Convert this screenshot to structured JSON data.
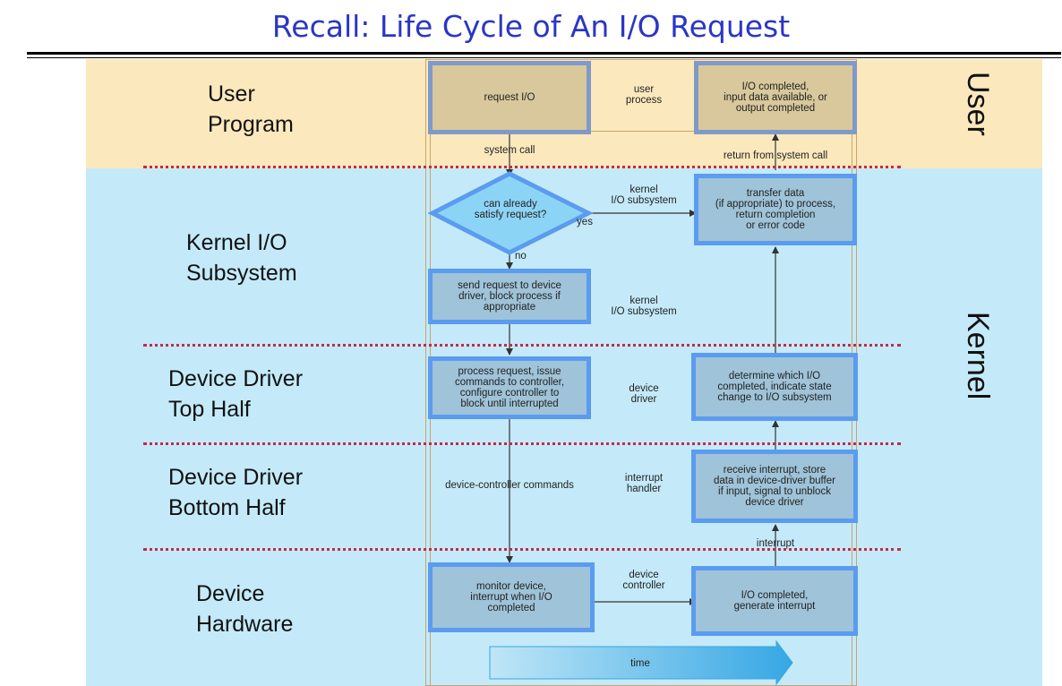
{
  "title": "Recall: Life Cycle of An I/O Request",
  "layers": [
    {
      "line1": "User",
      "line2": "Program"
    },
    {
      "line1": "Kernel I/O",
      "line2": "Subsystem"
    },
    {
      "line1": "Device Driver",
      "line2": "Top Half"
    },
    {
      "line1": "Device Driver",
      "line2": "Bottom Half"
    },
    {
      "line1": "Device",
      "line2": "Hardware"
    }
  ],
  "side_labels": {
    "user": "User",
    "kernel": "Kernel"
  },
  "boxes": {
    "request_io": "request I/O",
    "io_completed_user": "I/O completed,\ninput data available, or\noutput completed",
    "transfer_data": "transfer data\n(if appropriate) to process,\nreturn completion\nor error code",
    "send_request": "send request to device\ndriver, block process if\nappropriate",
    "process_request": "process request, issue\ncommands to controller,\nconfigure controller to\nblock until interrupted",
    "determine_io": "determine which I/O\ncompleted, indicate state\nchange to I/O subsystem",
    "receive_interrupt": "receive interrupt, store\ndata in device-driver buffer\nif input, signal to unblock\ndevice driver",
    "monitor_device": "monitor device,\ninterrupt when I/O\ncompleted",
    "io_completed_hw": "I/O completed,\ngenerate interrupt",
    "diamond": "can already\nsatisfy request?"
  },
  "labels": {
    "user_process": "user\nprocess",
    "system_call": "system call",
    "return_from_system_call": "return from system call",
    "kernel_io_subsystem_1": "kernel\nI/O subsystem",
    "yes": "yes",
    "no": "no",
    "kernel_io_subsystem_2": "kernel\nI/O subsystem",
    "device_driver": "device\ndriver",
    "device_controller_commands": "device-controller commands",
    "interrupt_handler": "interrupt\nhandler",
    "interrupt": "interrupt",
    "device_controller": "device\ncontroller",
    "time": "time"
  },
  "colors": {
    "title": "#2a36c4",
    "user_band": "#fbe9bd",
    "kernel_band": "#c4eaf9",
    "divider": "#c8284a",
    "box_border": "#5b9bf0",
    "box_fill": "#9fc3d8"
  }
}
